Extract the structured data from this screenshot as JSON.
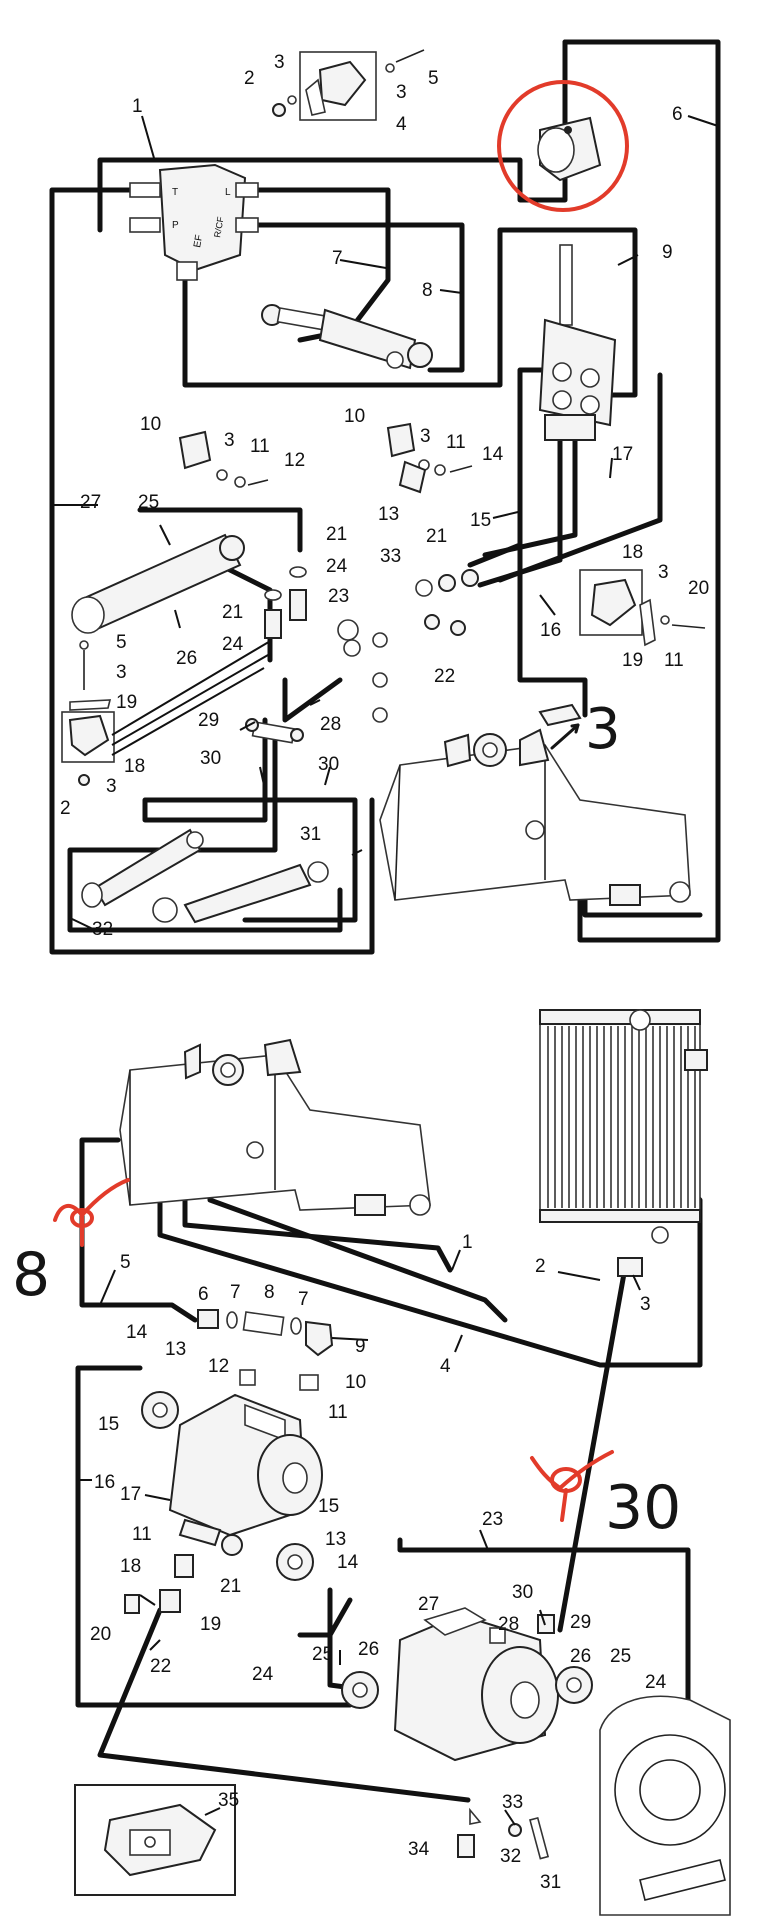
{
  "colors": {
    "line": "#111111",
    "annotation_red": "#e23b2a",
    "handwriting": "#151515",
    "part_fill": "#f4f4f4"
  },
  "top_diagram": {
    "labels": [
      {
        "id": "t1",
        "text": "1"
      },
      {
        "id": "t2",
        "text": "2"
      },
      {
        "id": "t3a",
        "text": "3"
      },
      {
        "id": "t3b",
        "text": "3"
      },
      {
        "id": "t4",
        "text": "4"
      },
      {
        "id": "t5",
        "text": "5"
      },
      {
        "id": "t6",
        "text": "6"
      },
      {
        "id": "t7",
        "text": "7"
      },
      {
        "id": "t8",
        "text": "8"
      },
      {
        "id": "t9",
        "text": "9"
      },
      {
        "id": "t10a",
        "text": "10"
      },
      {
        "id": "t3c",
        "text": "3"
      },
      {
        "id": "t11a",
        "text": "11"
      },
      {
        "id": "t12",
        "text": "12"
      },
      {
        "id": "t10b",
        "text": "10"
      },
      {
        "id": "t3d",
        "text": "3"
      },
      {
        "id": "t11b",
        "text": "11"
      },
      {
        "id": "t14",
        "text": "14"
      },
      {
        "id": "t13",
        "text": "13"
      },
      {
        "id": "t17",
        "text": "17"
      },
      {
        "id": "t15",
        "text": "15"
      },
      {
        "id": "t25",
        "text": "25"
      },
      {
        "id": "t27",
        "text": "27"
      },
      {
        "id": "t21a",
        "text": "21"
      },
      {
        "id": "t24a",
        "text": "24"
      },
      {
        "id": "t33",
        "text": "33"
      },
      {
        "id": "t21b",
        "text": "21"
      },
      {
        "id": "t18a",
        "text": "18"
      },
      {
        "id": "t3e",
        "text": "3"
      },
      {
        "id": "t20",
        "text": "20"
      },
      {
        "id": "t23",
        "text": "23"
      },
      {
        "id": "t21c",
        "text": "21"
      },
      {
        "id": "t24b",
        "text": "24"
      },
      {
        "id": "t26",
        "text": "26"
      },
      {
        "id": "t16",
        "text": "16"
      },
      {
        "id": "t5b",
        "text": "5"
      },
      {
        "id": "t3f",
        "text": "3"
      },
      {
        "id": "t19a",
        "text": "19"
      },
      {
        "id": "t19b",
        "text": "19"
      },
      {
        "id": "t11c",
        "text": "11"
      },
      {
        "id": "t22",
        "text": "22"
      },
      {
        "id": "t29",
        "text": "29"
      },
      {
        "id": "t28",
        "text": "28"
      },
      {
        "id": "t18b",
        "text": "18"
      },
      {
        "id": "t3g",
        "text": "3"
      },
      {
        "id": "t30a",
        "text": "30"
      },
      {
        "id": "t30b",
        "text": "30"
      },
      {
        "id": "t2b",
        "text": "2"
      },
      {
        "id": "t31",
        "text": "31"
      },
      {
        "id": "t32",
        "text": "32"
      }
    ],
    "valve_ports": {
      "t": "T",
      "p": "P",
      "l": "L",
      "rcf": "R/CF",
      "ef": "EF"
    },
    "handwritten_note": "3"
  },
  "bottom_diagram": {
    "labels": [
      {
        "id": "b1",
        "text": "1"
      },
      {
        "id": "b2",
        "text": "2"
      },
      {
        "id": "b3",
        "text": "3"
      },
      {
        "id": "b4",
        "text": "4"
      },
      {
        "id": "b5",
        "text": "5"
      },
      {
        "id": "b6",
        "text": "6"
      },
      {
        "id": "b7a",
        "text": "7"
      },
      {
        "id": "b8",
        "text": "8"
      },
      {
        "id": "b7b",
        "text": "7"
      },
      {
        "id": "b9",
        "text": "9"
      },
      {
        "id": "b14a",
        "text": "14"
      },
      {
        "id": "b13a",
        "text": "13"
      },
      {
        "id": "b12",
        "text": "12"
      },
      {
        "id": "b10",
        "text": "10"
      },
      {
        "id": "b15a",
        "text": "15"
      },
      {
        "id": "b11a",
        "text": "11"
      },
      {
        "id": "b16",
        "text": "16"
      },
      {
        "id": "b17",
        "text": "17"
      },
      {
        "id": "b15b",
        "text": "15"
      },
      {
        "id": "b13b",
        "text": "13"
      },
      {
        "id": "b11b",
        "text": "11"
      },
      {
        "id": "b14b",
        "text": "14"
      },
      {
        "id": "b23",
        "text": "23"
      },
      {
        "id": "b18",
        "text": "18"
      },
      {
        "id": "b21",
        "text": "21"
      },
      {
        "id": "b20",
        "text": "20"
      },
      {
        "id": "b19",
        "text": "19"
      },
      {
        "id": "b22",
        "text": "22"
      },
      {
        "id": "b30",
        "text": "30"
      },
      {
        "id": "b29",
        "text": "29"
      },
      {
        "id": "b27",
        "text": "27"
      },
      {
        "id": "b28",
        "text": "28"
      },
      {
        "id": "b26a",
        "text": "26"
      },
      {
        "id": "b25a",
        "text": "25"
      },
      {
        "id": "b24a",
        "text": "24"
      },
      {
        "id": "b26b",
        "text": "26"
      },
      {
        "id": "b25b",
        "text": "25"
      },
      {
        "id": "b24b",
        "text": "24"
      },
      {
        "id": "b35",
        "text": "35"
      },
      {
        "id": "b33",
        "text": "33"
      },
      {
        "id": "b34",
        "text": "34"
      },
      {
        "id": "b32",
        "text": "32"
      },
      {
        "id": "b31",
        "text": "31"
      }
    ],
    "handwritten_notes": {
      "left": "8",
      "right": "30"
    }
  }
}
